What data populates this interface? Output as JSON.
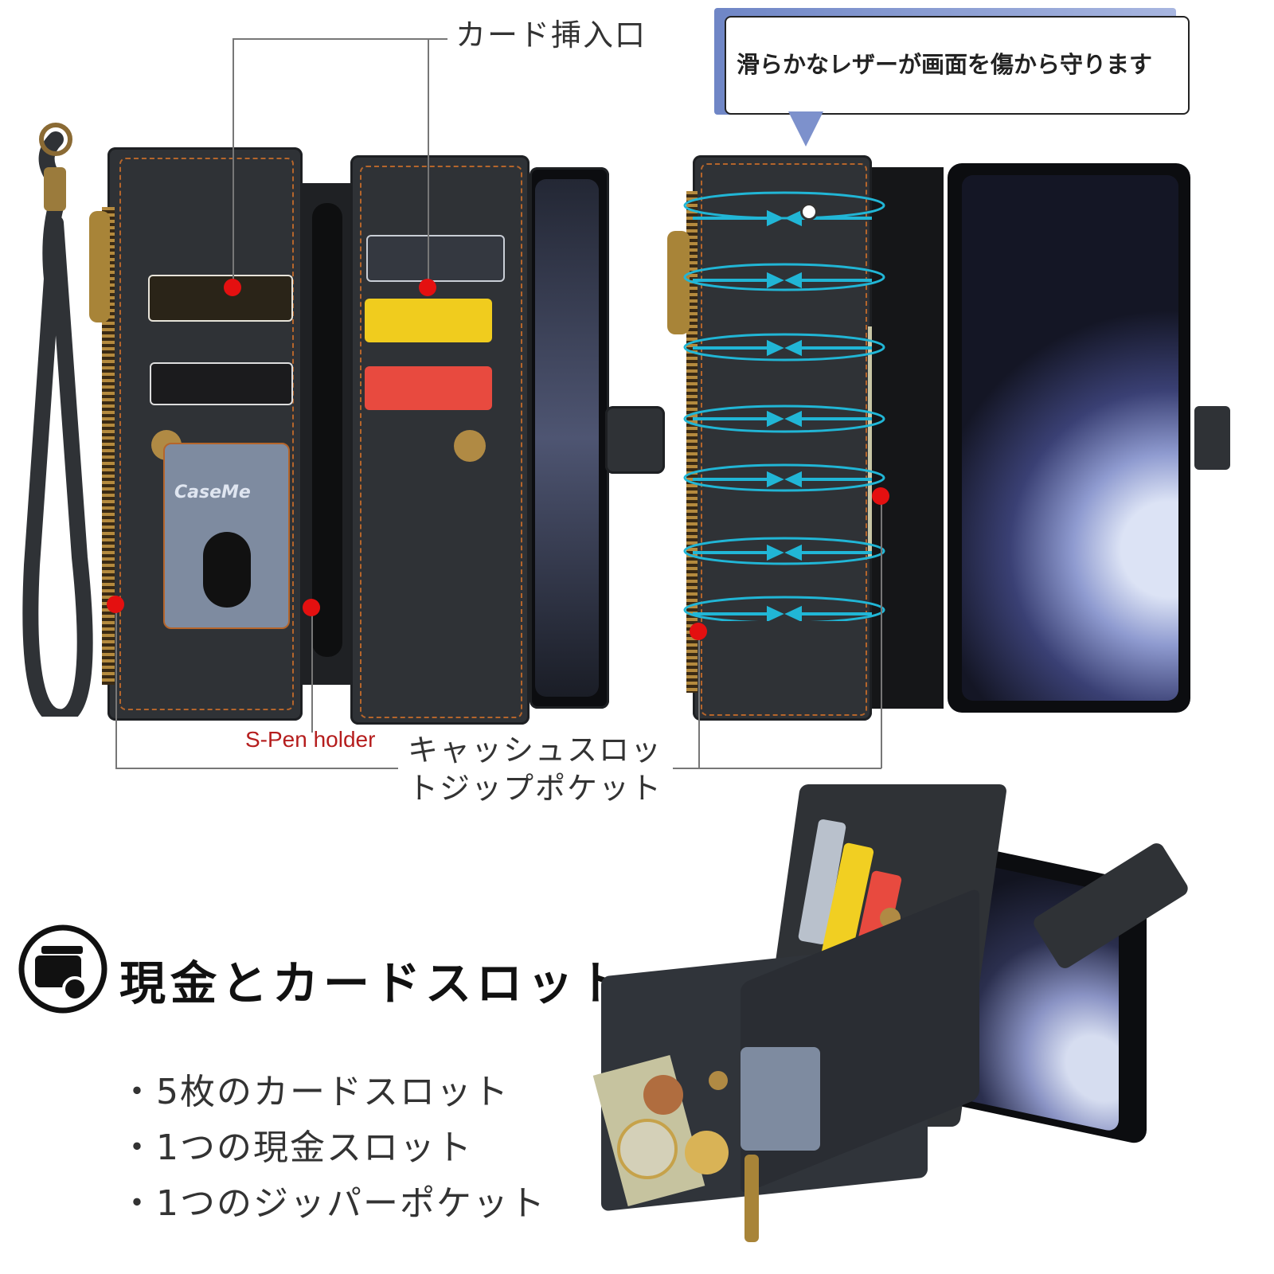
{
  "callouts": {
    "card_slot": "カード挿入口",
    "leather_bubble": "滑らかなレザーが画面を傷から守ります",
    "spen_holder": "S-Pen holder",
    "cash_pocket_line1": "キャッシュスロッ",
    "cash_pocket_line2": "トジップポケット"
  },
  "feature": {
    "headline": "現金とカードスロット",
    "bullets": [
      "・5枚のカードスロット",
      "・1つの現金スロット",
      "・1つのジッパーポケット"
    ]
  },
  "brand": {
    "logo_text": "CaseMe"
  },
  "colors": {
    "leather": "#2f3236",
    "stitch": "#b5652b",
    "marker": "#e41010",
    "arrow": "#21b6d6",
    "bubble": "#7d91cc"
  },
  "icons": [
    "wallet-icon"
  ]
}
